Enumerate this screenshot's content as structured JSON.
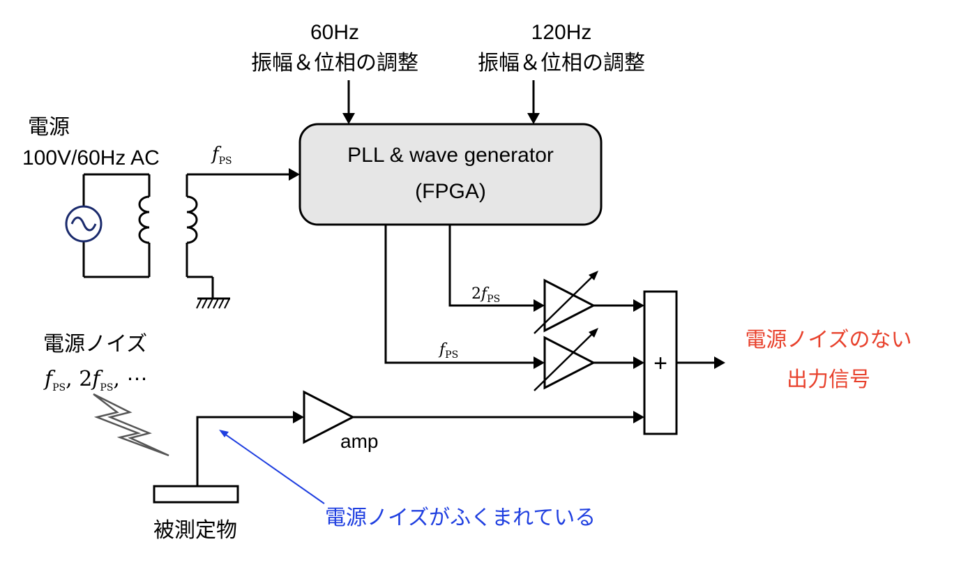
{
  "controls": {
    "freq60": "60Hz",
    "adjust60": "振幅＆位相の調整",
    "freq120": "120Hz",
    "adjust120": "振幅＆位相の調整"
  },
  "power": {
    "title": "電源",
    "spec": "100V/60Hz AC"
  },
  "fpga": {
    "line1": "PLL & wave generator",
    "line2": "(FPGA)"
  },
  "signals": {
    "f_symbol": "f",
    "ps_subscript": "PS",
    "two": "2",
    "noise_series_tail": ", ⋯"
  },
  "noise": {
    "title": "電源ノイズ"
  },
  "amp_label": "amp",
  "sum_symbol": "+",
  "output": {
    "line1": "電源ノイズのない",
    "line2": "出力信号",
    "color": "#e8412c"
  },
  "dut_label": "被測定物",
  "annotation": {
    "text": "電源ノイズがふくまれている",
    "color": "#1f3fe0"
  },
  "colors": {
    "fpga_fill": "#e6e6e6",
    "source_circle": "#1a2a6c"
  }
}
